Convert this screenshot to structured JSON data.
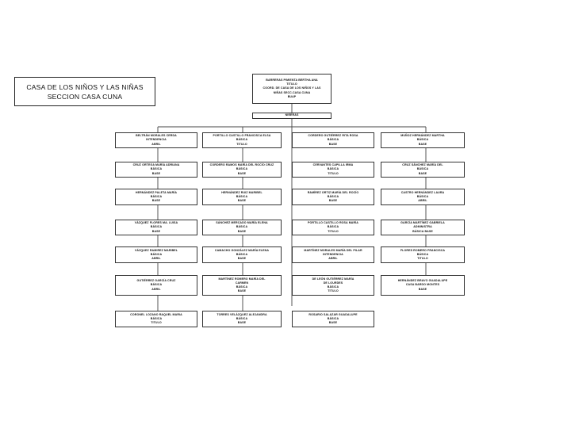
{
  "header": {
    "title_line1": "CASA DE LOS NIÑOS Y LAS NIÑAS",
    "title_line2": "SECCION CASA CUNA"
  },
  "top_box": {
    "lines": [
      "BARRERAS PIMIENTA BERTHA ANA",
      "TITULO",
      "COORD. DE CASA DE LOS NIÑOS Y LAS",
      "NIÑAS SECC.CASA CUNA",
      "BUAP"
    ]
  },
  "mid_box": {
    "lines": [
      "NIÑERAS"
    ]
  },
  "columns": [
    [
      {
        "lines": [
          "BELTRÁN MORALES CERDA",
          "INTENDENCIA",
          "ABRIL"
        ]
      },
      {
        "lines": [
          "CRUZ ORTEGA MARÍA ADRIANA",
          "BÁSICA",
          "BASE"
        ]
      },
      {
        "lines": [
          "HERNÁNDEZ PALETA MARÍA",
          "BÁSICA",
          "BASE"
        ]
      },
      {
        "lines": [
          "VÁZQUEZ FLORES MA. LUISA",
          "BÁSICA",
          "BASE"
        ]
      },
      {
        "lines": [
          "VÁZQUEZ RAMIREZ MARIBEL",
          "BÁSICA",
          "ABRIL"
        ]
      },
      {
        "lines": [
          "GUTIÉRREZ GARCÍA CRUZ",
          "BÁSICA",
          "ABRIL"
        ]
      },
      {
        "lines": [
          "CORONEL LOZANO RAQUEL MARIA",
          "BÁSICA",
          "TITULO"
        ]
      }
    ],
    [
      {
        "lines": [
          "PORTILLO CASTILLO FRANCISCA ELSA",
          "BÁSICA",
          "TITULO"
        ]
      },
      {
        "lines": [
          "CORDERO RAMOS MARÍA DEL ROCÍO CRUZ",
          "BÁSICA",
          "BASE"
        ]
      },
      {
        "lines": [
          "HERNÁNDEZ RUIZ MARIBEL",
          "BÁSICA",
          "BASE"
        ]
      },
      {
        "lines": [
          "SÁNCHEZ MERCADO MARÍA ELENA",
          "BÁSICA",
          "BASE"
        ]
      },
      {
        "lines": [
          "CAMACHO GONZÁLEZ MARÍA ELENA",
          "BÁSICA",
          "BASE"
        ]
      },
      {
        "lines": [
          "MARTÍNEZ ROMERO MARÍA DEL",
          "CARMEN",
          "BÁSICA",
          "BASE"
        ]
      },
      {
        "lines": [
          "TORRES VELÁZQUEZ ALEJANDRA",
          "BÁSICA",
          "BASE"
        ]
      }
    ],
    [
      {
        "lines": [
          "CORDERO GUTIÉRREZ RITA ROSA",
          "BÁSICA",
          "BASE"
        ]
      },
      {
        "lines": [
          "CERVANTES CAPILLA IRMA",
          "BÁSICA",
          "TITULO"
        ]
      },
      {
        "lines": [
          "RAMÍREZ ORTIZ MARÍA DEL ROCÍO",
          "BÁSICA",
          "BASE"
        ]
      },
      {
        "lines": [
          "PORTILLO CASTILLO ROSA MARÍA",
          "BÁSICA",
          "TITULO"
        ]
      },
      {
        "lines": [
          "MARTÍNEZ MORALES MARÍA DEL PILAR",
          "INTENDENCIA",
          "ABRIL"
        ]
      },
      {
        "lines": [
          "DE LEÓN GUTIÉRREZ MARÍA",
          "DE LOURDES",
          "BÁSICA",
          "TITULO"
        ]
      },
      {
        "lines": [
          "ROSARIO SALAZAR GUADALUPE",
          "BÁSICA",
          "BASE"
        ]
      }
    ],
    [
      {
        "lines": [
          "MUÑOZ HERNÁNDEZ MARTHA",
          "BÁSICA",
          "BASE"
        ]
      },
      {
        "lines": [
          "CRUZ SÁNCHEZ MARÍA DEL",
          "BÁSICA",
          "BASE"
        ]
      },
      {
        "lines": [
          "CASTRO HERNÁNDEZ LAURA",
          "BÁSICA",
          "ABRIL"
        ]
      },
      {
        "lines": [
          "GARCÍA MARTÍNEZ GABRIELA",
          "ADMINISTRA",
          "BÁSICA BASE"
        ]
      },
      {
        "lines": [
          "FLORES ROMERO FRANCISCA",
          "BÁSICA",
          "TITULO"
        ]
      },
      {
        "lines": [
          "HERNÁNDEZ BRAVO GUADALUPE",
          "CASA BARDO MONTES",
          "BASE"
        ]
      }
    ]
  ]
}
